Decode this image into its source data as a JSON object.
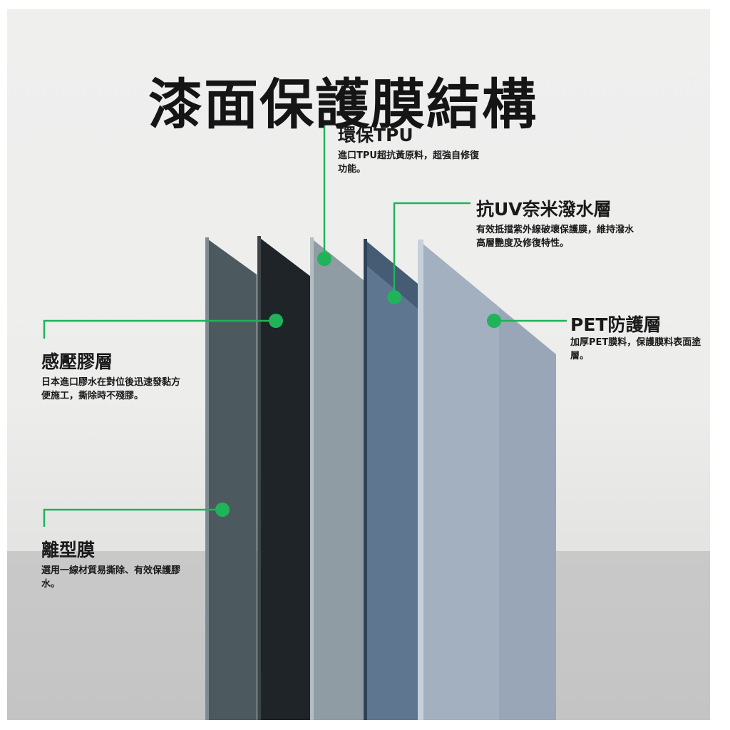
{
  "title": "漆面保護膜結構",
  "accent_color": "#1fb35a",
  "layers": [
    {
      "name": "環保TPU",
      "desc": "進口TPU超抗黃原料，超強自修復功能。"
    },
    {
      "name": "抗UV奈米潑水層",
      "desc": "有效抵擋紫外線破壞保護膜，維持潑水高層艷度及修復特性。"
    },
    {
      "name": "PET防護層",
      "desc": "加厚PET膜料，保護膜料表面塗層。"
    },
    {
      "name": "感壓膠層",
      "desc": "日本進口膠水在對位後迅速發黏方便施工，撕除時不殘膠。"
    },
    {
      "name": "離型膜",
      "desc": "選用一線材質易撕除、有效保護膠水。"
    }
  ]
}
